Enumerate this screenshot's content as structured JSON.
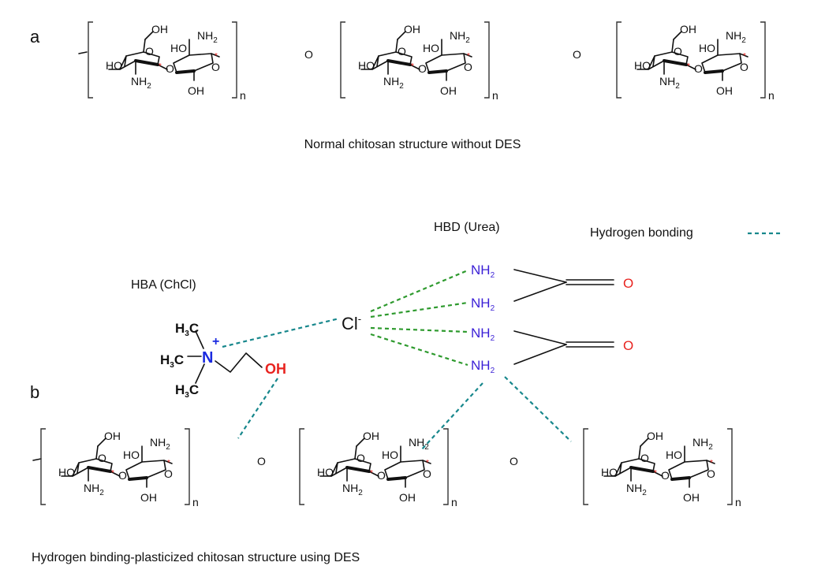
{
  "panels": {
    "a": {
      "letter": "a",
      "caption": "Normal chitosan structure without DES"
    },
    "b": {
      "letter": "b",
      "caption": "Hydrogen binding-plasticized chitosan structure using DES"
    }
  },
  "labels": {
    "hba": "HBA (ChCl)",
    "hbd": "HBD (Urea)",
    "legend": "Hydrogen bonding",
    "chloride": "Cl",
    "chloride_charge": "-",
    "bridge_o": "O",
    "repeat_n": "n",
    "star": "*"
  },
  "atoms": {
    "oh": "OH",
    "ho": "HO",
    "nh": "NH",
    "sub2": "2",
    "ring_o": "O",
    "link_o": "O",
    "carbonyl_o": "O",
    "h3c": "H",
    "sub3": "3",
    "c": "C",
    "n_plus": "N",
    "plus": "+",
    "choline_oh": "OH"
  },
  "colors": {
    "text": "#111111",
    "amine": "#3a1fd6",
    "oxygen_red": "#e8231f",
    "star": "#e8231f",
    "ammonium": "#1a2ae0",
    "hbond_urea": "#2e9a2e",
    "hbond_chain": "#17878c"
  }
}
